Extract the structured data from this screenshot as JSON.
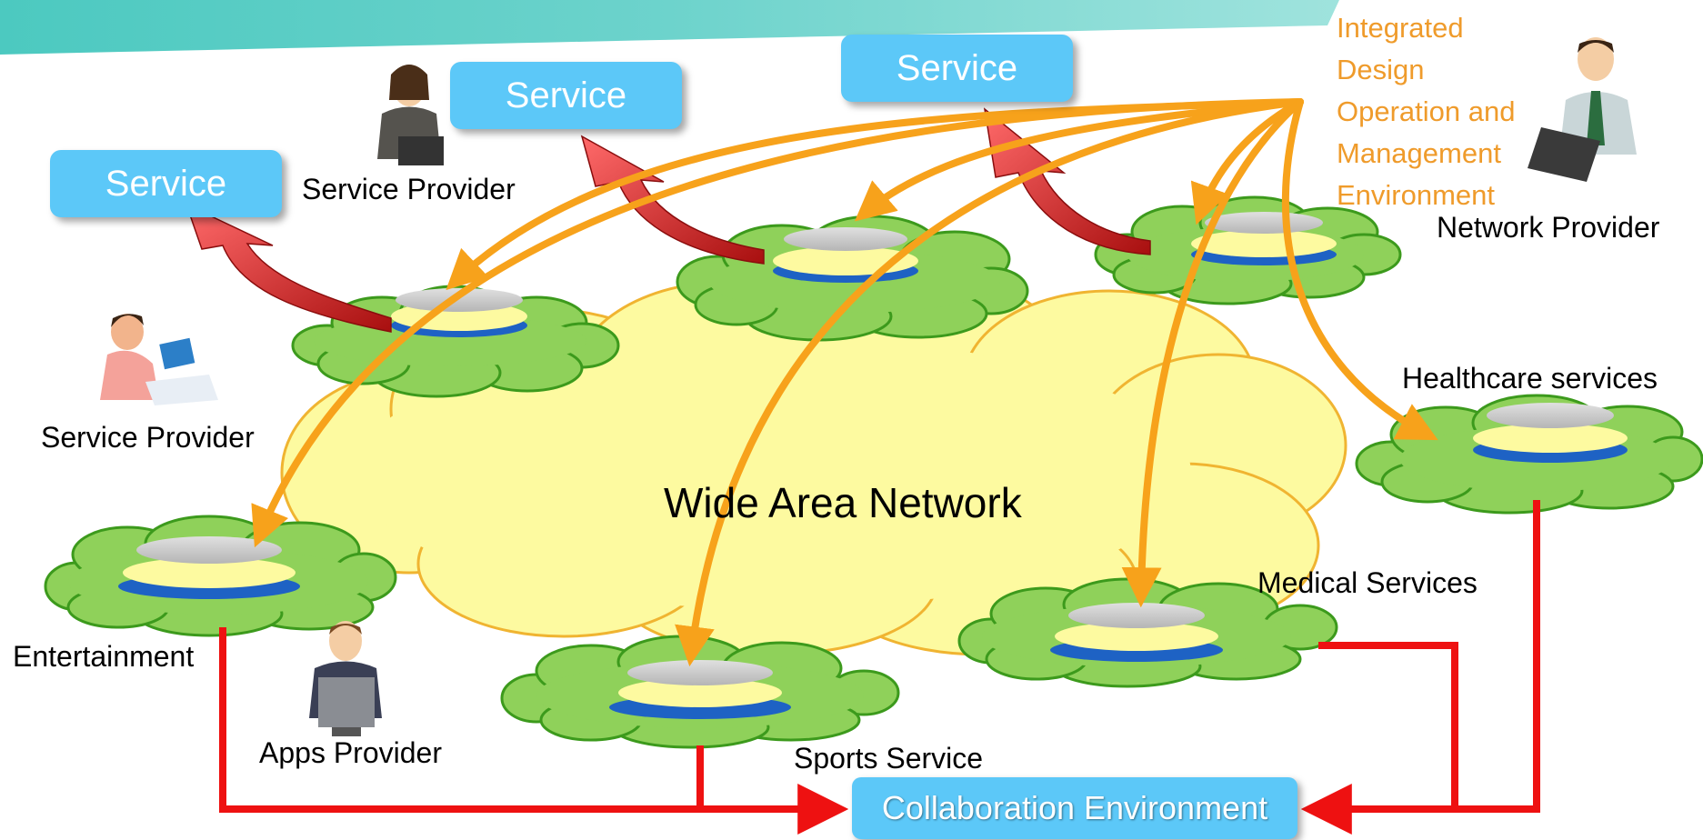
{
  "services": [
    "Service",
    "Service",
    "Service"
  ],
  "integrated_environment_lines": [
    "Integrated",
    "Design",
    "Operation and",
    "Management",
    "Environment"
  ],
  "actors": {
    "service_provider_top": "Service Provider",
    "service_provider_left": "Service Provider",
    "network_provider": "Network Provider",
    "apps_provider": "Apps Provider"
  },
  "network": {
    "label": "Wide Area Network"
  },
  "nodes": {
    "healthcare": "Healthcare services",
    "medical": "Medical Services",
    "entertainment": "Entertainment",
    "sports": "Sports Service"
  },
  "collaboration": "Collaboration Environment",
  "colors": {
    "service_box": "#5cc8f8",
    "orange_arrow": "#f7a21b",
    "red_arrow": "#d81e1e",
    "red_line": "#ee1111",
    "cloud_green": "#8fd15a",
    "cloud_yellow": "#fdfaa0",
    "ide_text": "#ef9b2b"
  }
}
